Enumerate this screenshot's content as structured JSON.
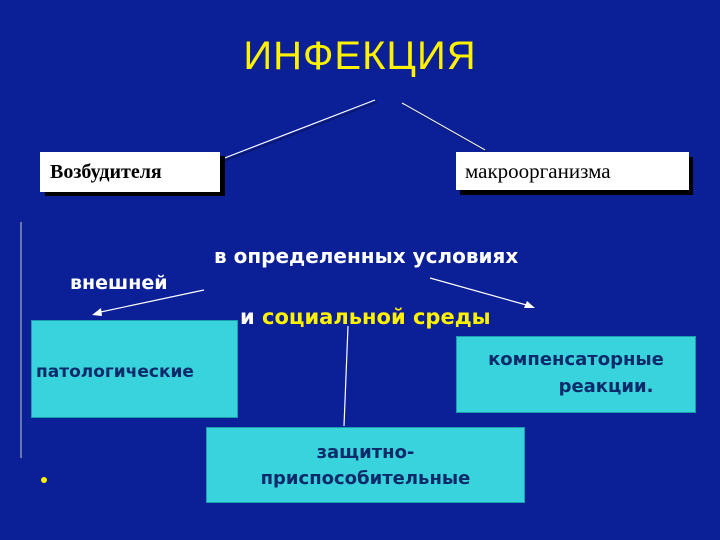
{
  "title": "ИНФЕКЦИЯ",
  "pathogen": "Возбудителя",
  "macroorganism": "макроорганизма",
  "conditions": "в определенных условиях",
  "external": "внешней",
  "social_prefix": "и",
  "social": "социальной среды",
  "pathological": "патологические",
  "compensatory_line1": "компенсаторные",
  "compensatory_line2": "реакции.",
  "protective_line1": "защитно-",
  "protective_line2": "приспособительные",
  "colors": {
    "background": "#0b1f96",
    "title": "#fff200",
    "text_light": "#ffffff",
    "box": "#39d3de",
    "box_text": "#0b2a6a"
  }
}
